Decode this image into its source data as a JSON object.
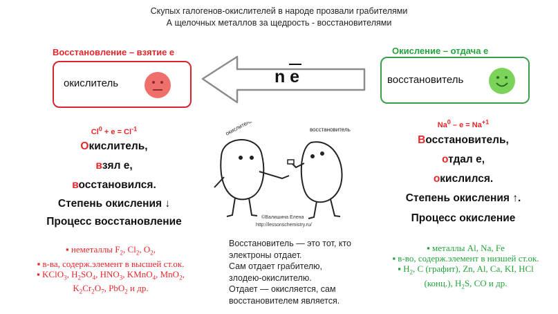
{
  "header": {
    "line1": "Скупых галогенов-окислителей в народе прозвали грабителями",
    "line2": "А щелочных металлов за щедрость - восстановителями"
  },
  "left": {
    "box_label": "Восстановление – взятие е",
    "box_text": "окислитель",
    "face_color": "#ef6f6a",
    "equation": {
      "a": "Cl",
      "a_sup": "0",
      "b": " + e = Cl",
      "b_sup": "-1"
    },
    "lines": [
      {
        "first": "О",
        "rest": "кислитель,"
      },
      {
        "first": "в",
        "rest": "зял е,"
      },
      {
        "first": "в",
        "rest": "осстановился."
      }
    ],
    "degree": "Степень окисления ↓",
    "process": "Процесс восстановление",
    "examples": [
      [
        {
          "t": "▪ неметаллы F"
        },
        {
          "s": "2"
        },
        {
          "t": ", Cl"
        },
        {
          "s": "2"
        },
        {
          "t": ", O"
        },
        {
          "s": "2"
        },
        {
          "t": ","
        }
      ],
      [
        {
          "t": "▪ в-ва, содерж.элемент в высшей ст.ок."
        }
      ],
      [
        {
          "t": "▪ KClO"
        },
        {
          "s": "3"
        },
        {
          "t": ", H"
        },
        {
          "s": "2"
        },
        {
          "t": "SO"
        },
        {
          "s": "4"
        },
        {
          "t": ", HNO"
        },
        {
          "s": "3"
        },
        {
          "t": ", KMnO"
        },
        {
          "s": "4"
        },
        {
          "t": ", MnO"
        },
        {
          "s": "2"
        },
        {
          "t": ","
        }
      ],
      [
        {
          "t": "K"
        },
        {
          "s": "2"
        },
        {
          "t": "Cr"
        },
        {
          "s": "2"
        },
        {
          "t": "O"
        },
        {
          "s": "7"
        },
        {
          "t": ", PbO"
        },
        {
          "s": "2"
        },
        {
          "t": " и др."
        }
      ]
    ]
  },
  "arrow": {
    "label": "n e"
  },
  "right": {
    "box_label": "Окисление – отдача е",
    "box_text": "восстановитель",
    "face_color": "#7bd35a",
    "equation": {
      "a": "Na",
      "a_sup": "0",
      "b": " – e = Na",
      "b_sup": "+1"
    },
    "lines": [
      {
        "first": "В",
        "rest": "осстановитель,"
      },
      {
        "first": "о",
        "rest": "тдал е,"
      },
      {
        "first": "о",
        "rest": "кислился."
      }
    ],
    "degree": "Степень окисления ↑.",
    "process": "Процесс окисление",
    "examples": [
      [
        {
          "t": "▪ металлы Al, Na, Fe"
        }
      ],
      [
        {
          "t": "▪ в-во, содерж.элемент в низшей ст.ок."
        }
      ],
      [
        {
          "t": "▪ H"
        },
        {
          "s": "2"
        },
        {
          "t": ", C (графит), Zn, Al, Ca, KI, HCl"
        }
      ],
      [
        {
          "t": "(конц.), H"
        },
        {
          "s": "2"
        },
        {
          "t": "S, CO и др."
        }
      ]
    ]
  },
  "illustration": {
    "label_left": "окислитель",
    "label_right": "восстановитель",
    "credit1": "©Валишина Елена",
    "credit2": "http://lessonschemistry.ru/"
  },
  "middle": {
    "lines": [
      "Восстановитель — это тот, кто",
      "электроны отдает.",
      "Сам отдает грабителю,",
      "злодею-окислителю.",
      "Отдает — окисляется, сам",
      "восстановителем является."
    ]
  },
  "colors": {
    "red": "#e8262a",
    "green": "#22a33a",
    "red_border": "#d9232a",
    "green_border": "#36a14a"
  }
}
